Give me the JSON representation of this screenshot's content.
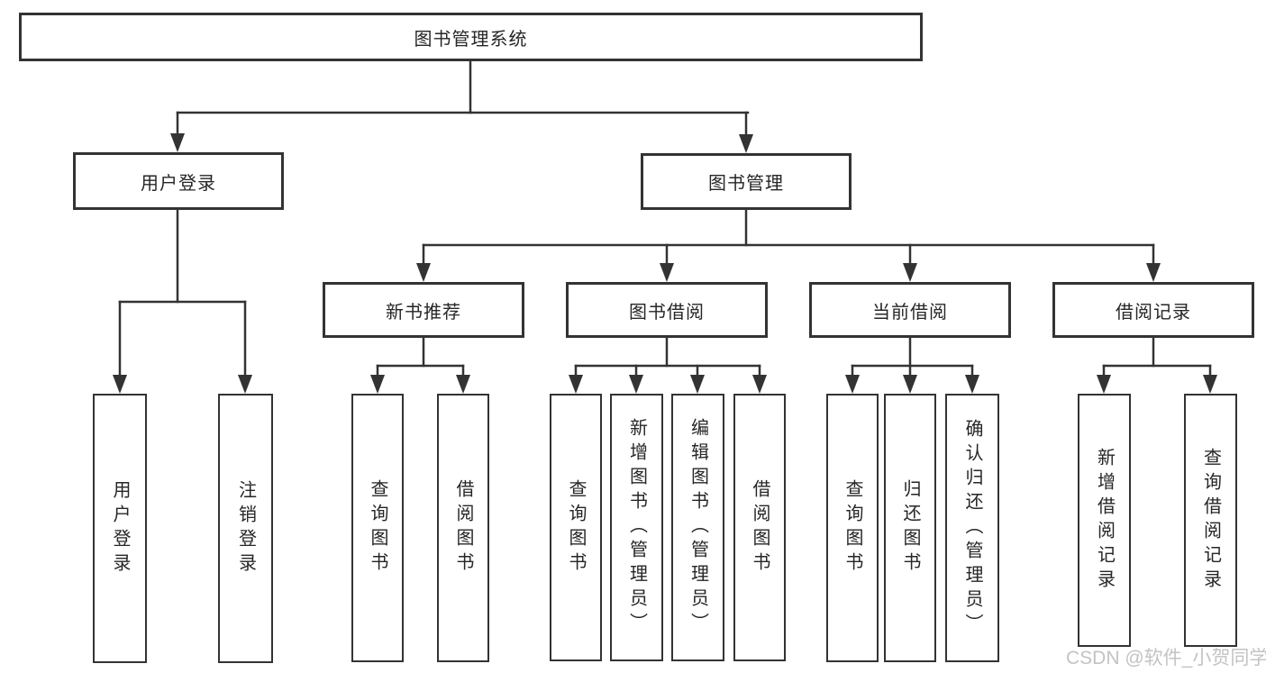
{
  "diagram": {
    "root": {
      "label": "图书管理系统"
    },
    "user_login": {
      "label": "用户登录",
      "children": [
        {
          "label": "用户登录"
        },
        {
          "label": "注销登录"
        }
      ]
    },
    "book_management": {
      "label": "图书管理",
      "sections": [
        {
          "label": "新书推荐",
          "children": [
            {
              "label": "查询图书"
            },
            {
              "label": "借阅图书"
            }
          ]
        },
        {
          "label": "图书借阅",
          "children": [
            {
              "label": "查询图书"
            },
            {
              "label": "新增图书（管理员）"
            },
            {
              "label": "编辑图书（管理员）"
            },
            {
              "label": "借阅图书"
            }
          ]
        },
        {
          "label": "当前借阅",
          "children": [
            {
              "label": "查询图书"
            },
            {
              "label": "归还图书"
            },
            {
              "label": "确认归还（管理员）"
            }
          ]
        },
        {
          "label": "借阅记录",
          "children": [
            {
              "label": "新增借阅记录"
            },
            {
              "label": "查询借阅记录"
            }
          ]
        }
      ]
    }
  },
  "watermark": {
    "text": "CSDN @软件_小贺同学"
  },
  "colors": {
    "line": "#333333",
    "box_border": "#333333",
    "text": "#262626",
    "watermark": "#c3c3c3",
    "background": "#ffffff"
  }
}
